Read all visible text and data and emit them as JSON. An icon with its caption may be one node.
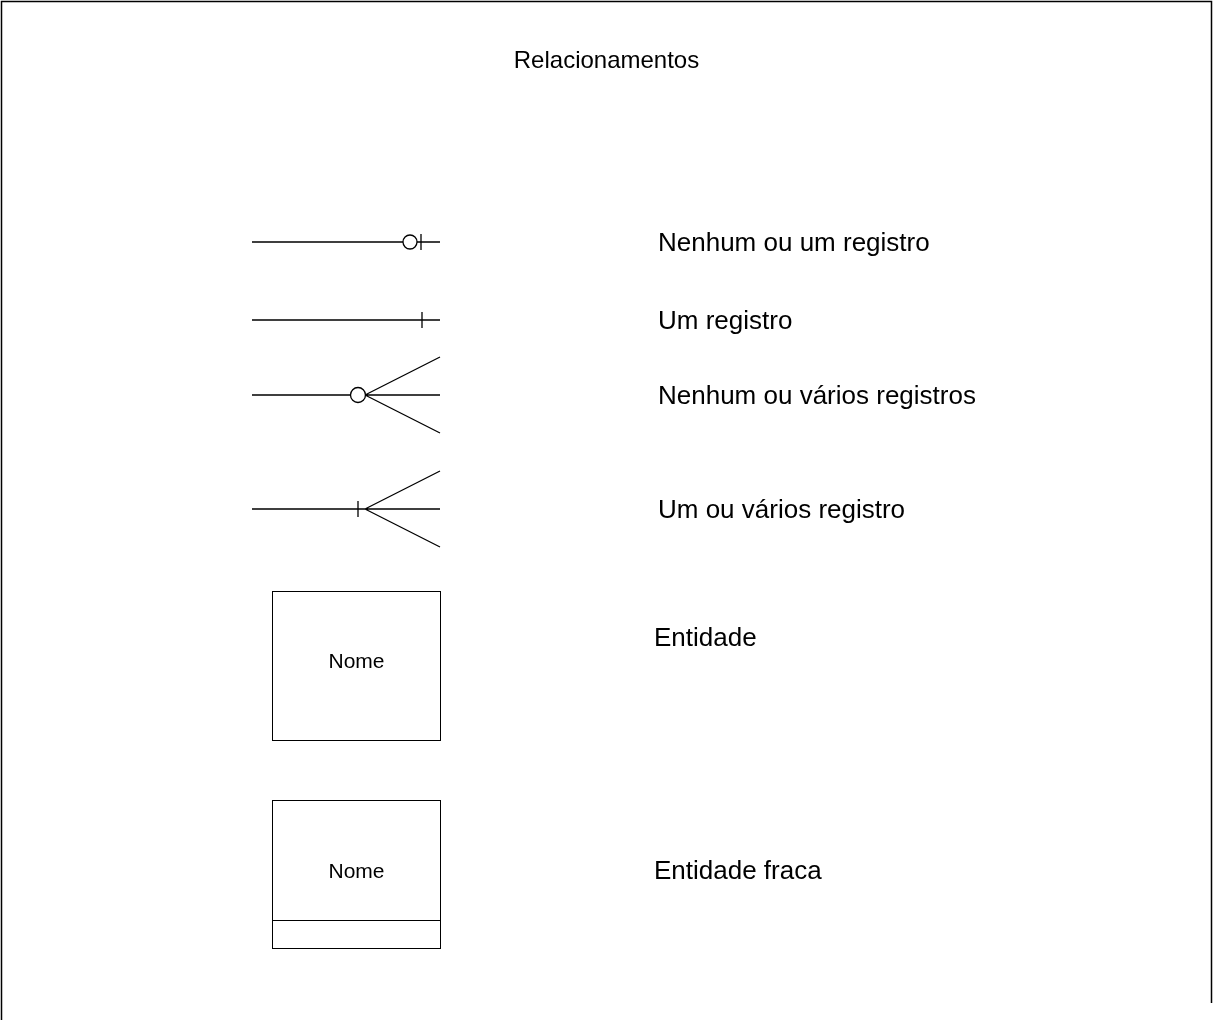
{
  "diagram": {
    "title": "Relacionamentos",
    "nodes": [
      {
        "text": [
          "Nome"
        ]
      },
      {
        "text": [
          "Nome"
        ]
      }
    ],
    "labels": [
      "Entidade",
      "Entidade fraca"
    ],
    "legend": [
      {
        "text": "Nenhum ou um registro"
      },
      {
        "text": "Um registro"
      },
      {
        "text": "Nenhum ou vários registros"
      },
      {
        "text": "Um ou vários registro"
      }
    ]
  }
}
